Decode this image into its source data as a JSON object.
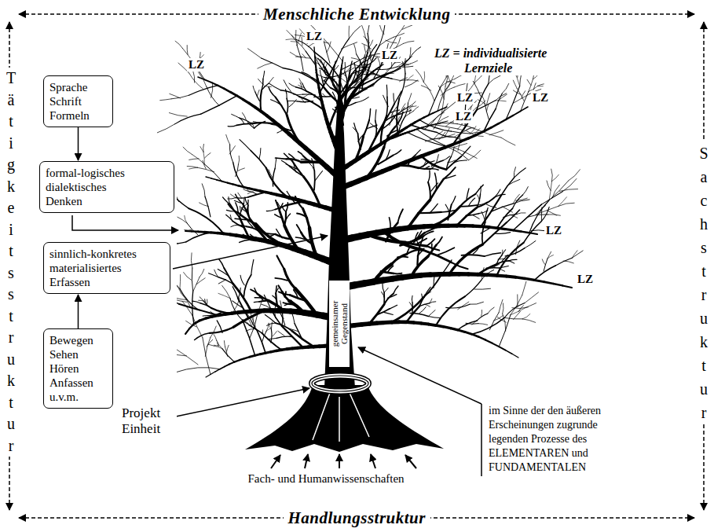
{
  "diagram": {
    "nodes": [
      {
        "text": [
          "Sprache Schrift Formeln"
        ]
      },
      {
        "text": [
          "formal-logisches dialektisches Denken"
        ]
      },
      {
        "text": [
          "sinnlich-konkretes materialisiertes Erfassen"
        ]
      },
      {
        "text": [
          "Bewegen Sehen Hören Anfassen u.v.m."
        ]
      }
    ],
    "edges": [
      {
        "from": 0,
        "to": 1,
        "arrow": "to"
      },
      {
        "from": 3,
        "to": 2,
        "arrow": "to"
      }
    ],
    "labels": [
      "Menschliche Entwicklung",
      "Tätigkeitsstruktur",
      "Sachstruktur",
      "LZ",
      "LZ",
      "LZ",
      "LZ = individualisierte Lernziele",
      "LZ",
      "LZ",
      "LZ",
      "LZ",
      "LZ",
      "gemeinsamer Gegenstand",
      "Projekt Einheit",
      "Fach- und Humanwissenschaften",
      "im Sinne der den äußeren Erscheinungen zugrunde legenden Prozesse des ELEMENTAREN und FUNDAMENTALEN",
      "Handlungsstruktur"
    ]
  }
}
